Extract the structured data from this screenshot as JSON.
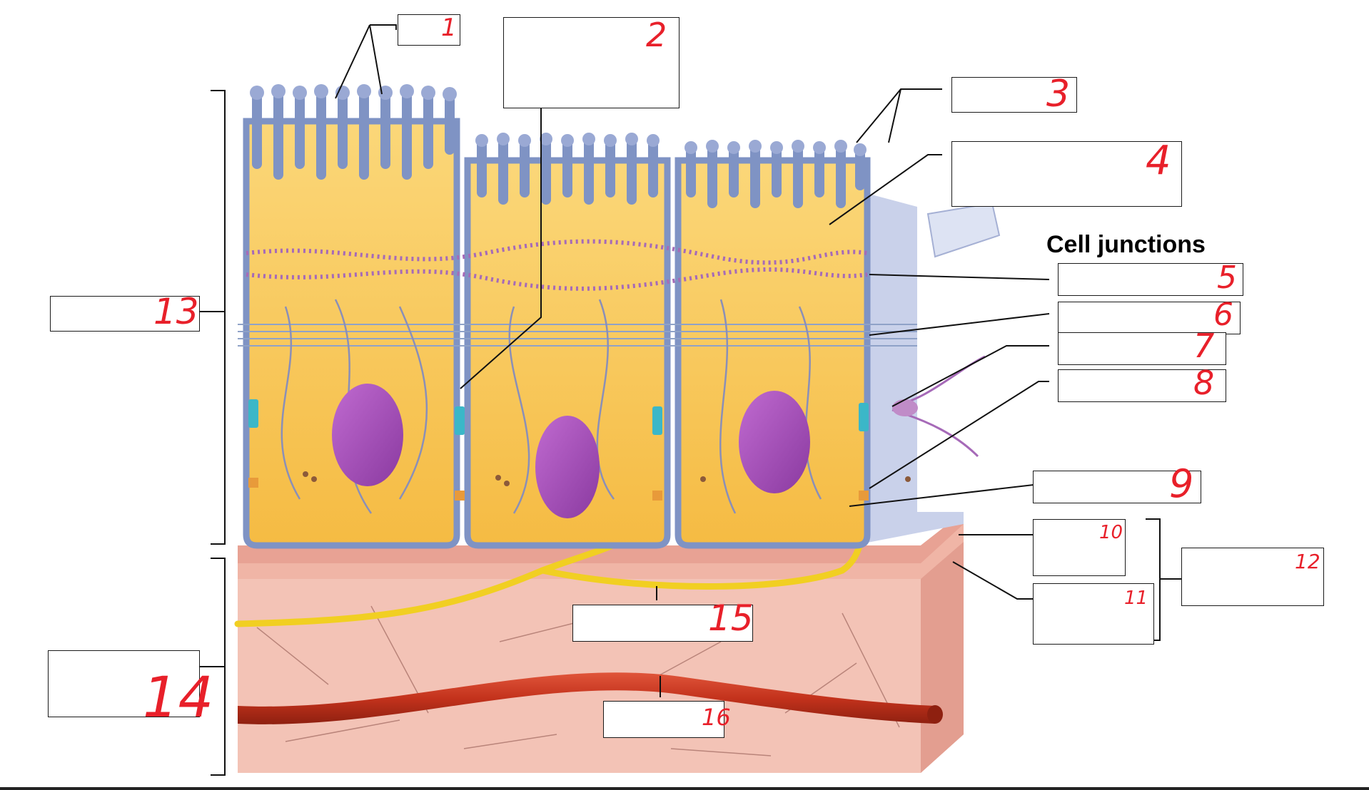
{
  "heading": {
    "cell_junctions": "Cell junctions"
  },
  "labels": {
    "n1": "1",
    "n2": "2",
    "n3": "3",
    "n4": "4",
    "n5": "5",
    "n6": "6",
    "n7": "7",
    "n8": "8",
    "n9": "9",
    "n10": "10",
    "n11": "11",
    "n12": "12",
    "n13": "13",
    "n14": "14",
    "n15": "15",
    "n16": "16"
  },
  "colors": {
    "label_number": "#e8202a",
    "cytoplasm": "#f7c452",
    "cell_membrane": "#7f93c4",
    "nucleus": "#a548b8",
    "connective_tissue": "#f3c3b6",
    "basement_membrane": "#e8a294",
    "blood_vessel": "#c3321c",
    "nerve_fiber": "#f1cf22"
  },
  "icons": {
    "microvilli": "microvilli-icon",
    "nucleus": "nucleus-icon",
    "blood_vessel": "blood-vessel-icon",
    "nerve": "nerve-fiber-icon"
  }
}
